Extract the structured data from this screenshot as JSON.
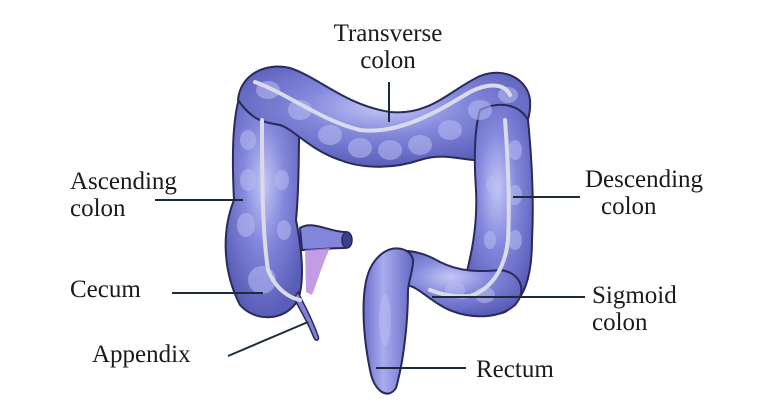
{
  "diagram": {
    "subject": "Large intestine (colon) anatomy",
    "colors": {
      "colon_fill": "#7b7fd6",
      "colon_highlight": "#b9bcf2",
      "colon_outline": "#2a2a5a",
      "taenia_band": "#d9dbe8",
      "appendix_pink": "#b78be0",
      "leader_line": "#1c2a3a",
      "background": "#ffffff"
    },
    "labels": {
      "transverse": {
        "line1": "Transverse",
        "line2": "colon"
      },
      "ascending": {
        "line1": "Ascending",
        "line2": "colon"
      },
      "descending": {
        "line1": "Descending",
        "line2": "colon"
      },
      "cecum": {
        "line1": "Cecum"
      },
      "appendix": {
        "line1": "Appendix"
      },
      "sigmoid": {
        "line1": "Sigmoid",
        "line2": "colon"
      },
      "rectum": {
        "line1": "Rectum"
      }
    }
  }
}
